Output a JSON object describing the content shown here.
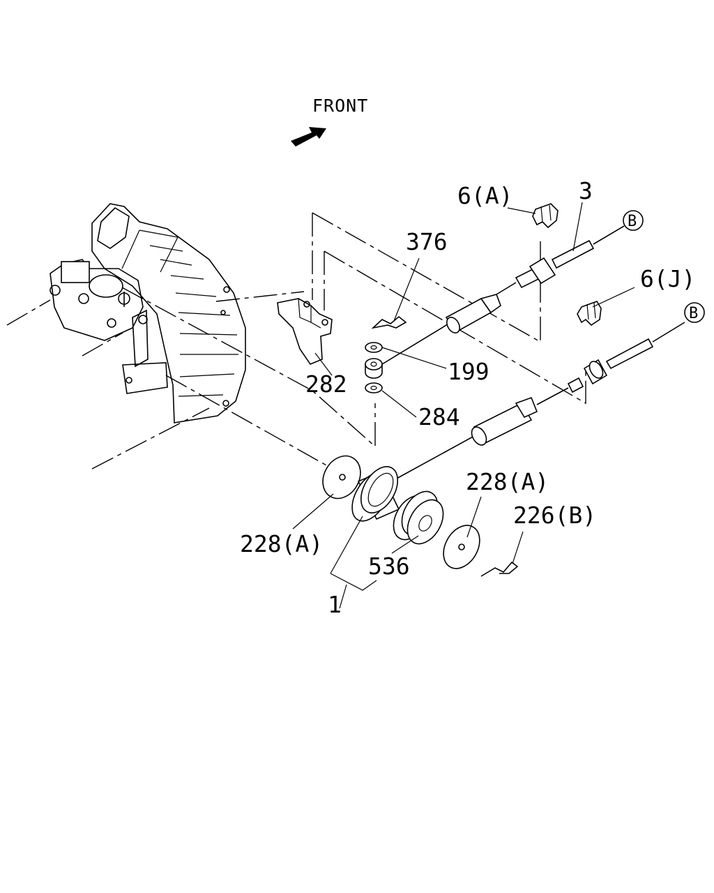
{
  "front_label": "FRONT",
  "labels": {
    "p6a": "6(A)",
    "p3": "3",
    "p6j": "6(J)",
    "p376": "376",
    "p199": "199",
    "p282": "282",
    "p284": "284",
    "p228a_right": "228(A)",
    "p226b": "226(B)",
    "p228a_left": "228(A)",
    "p536": "536",
    "p1": "1"
  },
  "connector_marks": {
    "upper": "B",
    "lower": "B"
  },
  "icons": {
    "front_arrow": "front-direction-arrow-icon",
    "connector_circle": "circled-letter-icon"
  },
  "colors": {
    "ink": "#000000",
    "background": "#ffffff"
  }
}
